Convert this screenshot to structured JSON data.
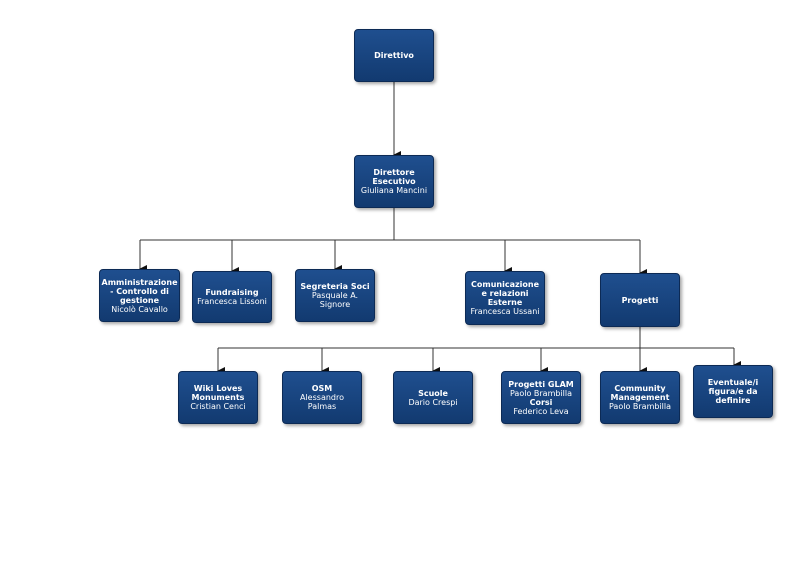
{
  "org_chart": {
    "direttivo": {
      "title": "Direttivo"
    },
    "direttore": {
      "title": "Direttore Esecutivo",
      "person": "Giuliana Mancini"
    },
    "level2": [
      {
        "title": "Amministrazione - Controllo di gestione",
        "person": "Nicolò Cavallo"
      },
      {
        "title": "Fundraising",
        "person": "Francesca Lissoni"
      },
      {
        "title": "Segreteria Soci",
        "person": "Pasquale A. Signore"
      },
      {
        "title": "Comunicazione e relazioni Esterne",
        "person": "Francesca Ussani"
      },
      {
        "title": "Progetti"
      }
    ],
    "progetti_children": [
      {
        "title": "Wiki Loves Monuments",
        "person": "Cristian Cenci"
      },
      {
        "title": "OSM",
        "person": "Alessandro Palmas"
      },
      {
        "title": "Scuole",
        "person": "Dario Crespi"
      },
      {
        "title": "Progetti GLAM",
        "person": "Paolo Brambilla",
        "title2": "Corsi",
        "person2": "Federico Leva"
      },
      {
        "title": "Community Management",
        "person": "Paolo Brambilla"
      },
      {
        "title": "Eventuale/i figura/e da definire"
      }
    ]
  },
  "colors": {
    "box": "#1a4a86",
    "line": "#333333"
  }
}
